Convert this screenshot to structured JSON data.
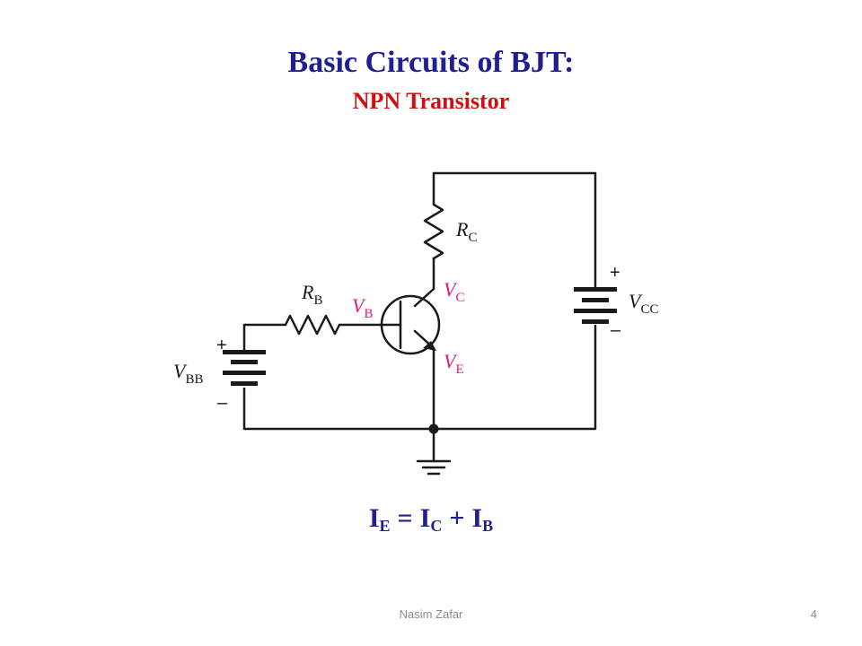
{
  "slide": {
    "title": "Basic Circuits of BJT:",
    "subtitle": "NPN Transistor",
    "title_color": "#1f1f8f",
    "subtitle_color": "#cc1111"
  },
  "circuit": {
    "wire_color": "#1a1a1a",
    "node_label_color": "#e6177f",
    "labels": {
      "rc": {
        "main": "R",
        "sub": "C"
      },
      "rb": {
        "main": "R",
        "sub": "B"
      },
      "vb": {
        "main": "V",
        "sub": "B"
      },
      "vc": {
        "main": "V",
        "sub": "C"
      },
      "ve": {
        "main": "V",
        "sub": "E"
      },
      "vcc": {
        "main": "V",
        "sub": "CC"
      },
      "vbb": {
        "main": "V",
        "sub": "BB"
      },
      "plus": "+",
      "minus": "–"
    }
  },
  "equation": {
    "ie_main": "I",
    "ie_sub": "E",
    "equals": "=",
    "ic_main": "I",
    "ic_sub": "C",
    "plus": "+",
    "ib_main": "I",
    "ib_sub": "B"
  },
  "footer": {
    "author": "Nasim Zafar",
    "page": "4"
  }
}
